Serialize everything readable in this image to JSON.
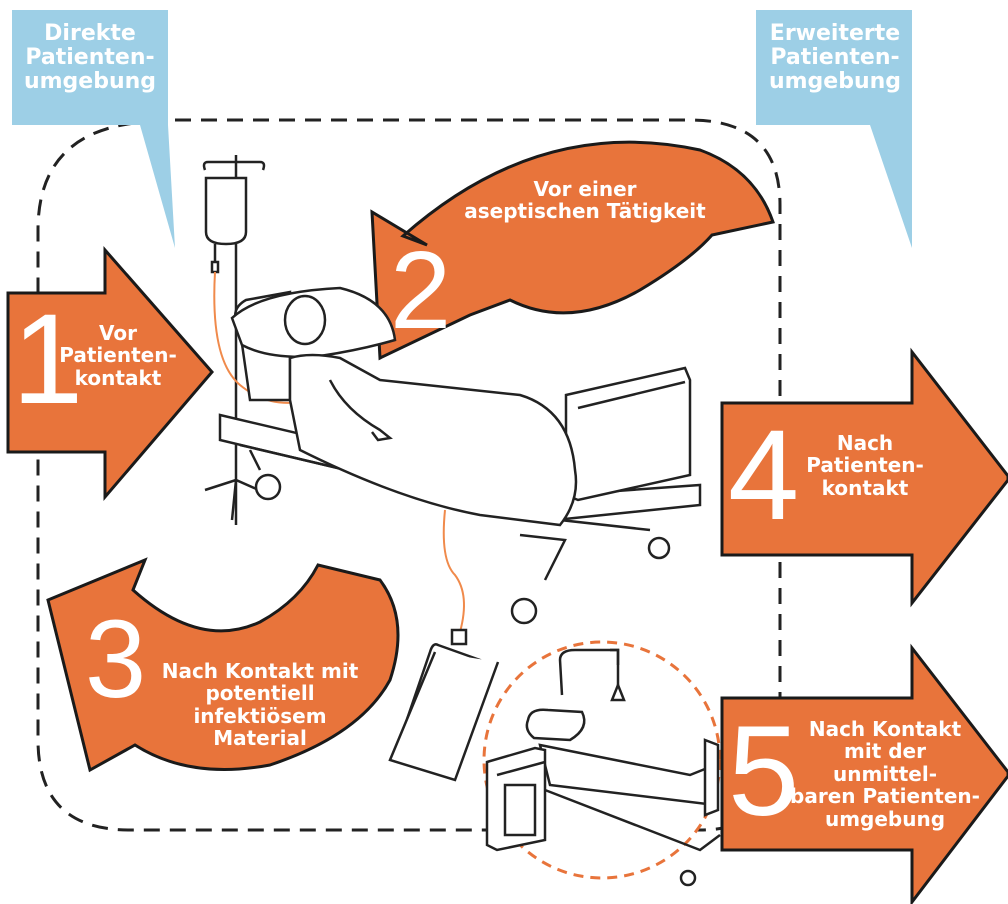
{
  "zones": {
    "direct": {
      "lines": [
        "Direkte",
        "Patienten-",
        "umgebung"
      ],
      "color": "#9dcfe6"
    },
    "extended": {
      "lines": [
        "Erweiterte",
        "Patienten-",
        "umgebung"
      ],
      "color": "#9dcfe6"
    }
  },
  "moments": [
    {
      "number": "1",
      "lines": [
        "Vor",
        "Patienten-",
        "kontakt"
      ]
    },
    {
      "number": "2",
      "lines": [
        "Vor einer",
        "aseptischen Tätigkeit"
      ]
    },
    {
      "number": "3",
      "lines": [
        "Nach Kontakt mit",
        "potentiell infektiösem",
        "Material"
      ]
    },
    {
      "number": "4",
      "lines": [
        "Nach",
        "Patienten-",
        "kontakt"
      ]
    },
    {
      "number": "5",
      "lines": [
        "Nach Kontakt",
        "mit der unmittel-",
        "baren Patienten-",
        "umgebung"
      ]
    }
  ],
  "colors": {
    "arrow": "#e8743b",
    "arrow_stroke": "#1a1a1a",
    "tube": "#f08a4b",
    "dash": "#222222",
    "room_dash": "#e8743b"
  },
  "icons": [
    "iv-drip-stand-icon",
    "hospital-bed-icon",
    "patient-icon",
    "drainage-bag-icon",
    "empty-bed-icon",
    "bedside-cabinet-icon"
  ]
}
